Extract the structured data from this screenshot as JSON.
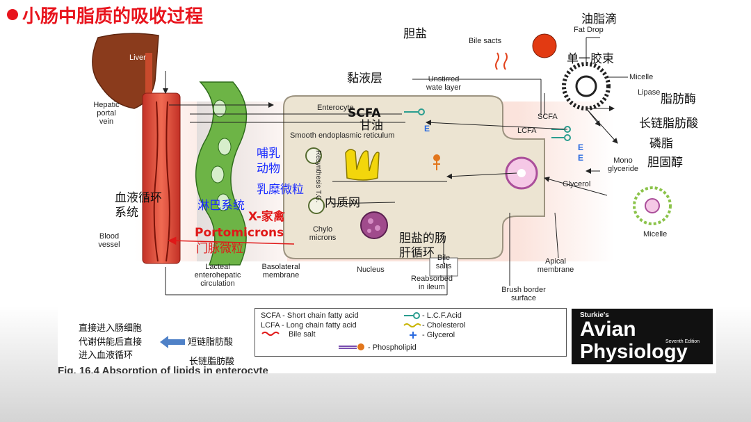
{
  "title": "小肠中脂质的吸收过程",
  "diagram": {
    "liver": "Liver",
    "hepatic_portal_vein": [
      "Hepatic",
      "portal",
      "vein"
    ],
    "blood_vessel": [
      "Blood",
      "vessel"
    ],
    "lacteal": [
      "Lacteal",
      "enterohepatic",
      "circulation"
    ],
    "basolateral": [
      "Basolateral",
      "membrane"
    ],
    "enterocyte": "Enterocyte",
    "ser": "Smooth endoplasmic reticulum",
    "resynthesis": "Resynthesis T.G.",
    "chylomicrons": [
      "Chylo",
      "microns"
    ],
    "nucleus": "Nucleus",
    "bile_salts": [
      "Bile",
      "salts"
    ],
    "reabsorbed": [
      "Reabsorbed",
      "in ileum"
    ],
    "apical": [
      "Apical",
      "membrane"
    ],
    "brush_border": [
      "Brush border",
      "surface"
    ],
    "bile_sacts": "Bile sacts",
    "fat_drop": "Fat Drop",
    "unstirred": [
      "Unstirred",
      "wate layer"
    ],
    "micelle": "Micelle",
    "lipase": "Lipase",
    "scfa_lumen": "SCFA",
    "lcfa": "LCFA",
    "e_label": "E",
    "mono": [
      "Mono",
      "glyceride"
    ],
    "glycerol": "Glycerol",
    "figure_caption": "Fig. 16.4  Absorption of lipids in enterocyte"
  },
  "annotations": {
    "youzhidi": "油脂滴",
    "danshiyan": "胆盐",
    "danyijiaoshu": "单一胶束",
    "nianyeceng": "黏液层",
    "zhifangmei": "脂肪酶",
    "changlian": "长链脂肪酸",
    "linzhi": "磷脂",
    "danguchun": "胆固醇",
    "scfa": "SCFA",
    "ganyou": "甘油",
    "buru": "哺乳",
    "dongwu": "动物",
    "rumiweili": "乳糜微粒",
    "xueyexunhuan": "血液循环",
    "xitong": "系统",
    "linba": "淋巴系统",
    "neizhiwang": "内质网",
    "xjiaqin": "X-家禽",
    "portomicrons": "Portomicrons",
    "menmaiweili": "门脉微粒",
    "danyan_ganxunhuan_1": "胆盐的肠",
    "danyan_ganxunhuan_2": "肝循环"
  },
  "legend": {
    "scfa": "SCFA -  Short chain fatty acid",
    "lcfa": "LCFA -  Long chain fatty acid",
    "bile": "Bile  salt",
    "lcf_acid": "- L.C.F.Acid",
    "cholesterol": "- Cholesterol",
    "glycerol": "- Glycerol",
    "phospholipid": "- Phospholipid"
  },
  "notes": {
    "left_1": "直接进入肠细胞",
    "left_2": "代谢供能后直接",
    "left_3": "进入血液循环",
    "short": "短链脂肪酸",
    "long": "长链脂肪酸"
  },
  "book": {
    "brand": "Sturkie's",
    "line1": "Avian",
    "edition": "Seventh Edition",
    "line2": "Physiology"
  },
  "colors": {
    "title": "#e8141d",
    "blue_annotation": "#1a2bff",
    "red_annotation": "#e01818",
    "vessel": "#e1483a",
    "lacteal": "#5aa43c",
    "cell": "#ece4d2"
  }
}
